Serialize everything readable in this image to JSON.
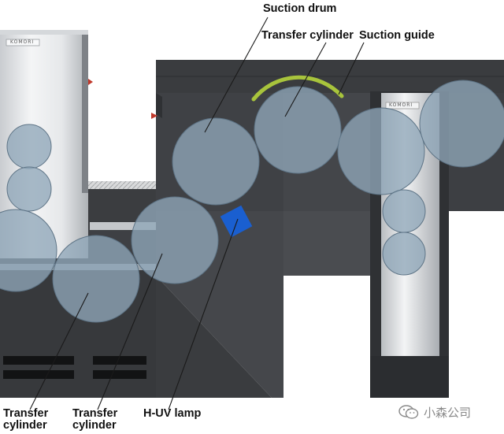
{
  "labels": {
    "suction_drum": "Suction drum",
    "transfer_cylinder_top": "Transfer cylinder",
    "suction_guide": "Suction guide",
    "transfer_left_line1": "Transfer",
    "transfer_left_line2": "cylinder",
    "transfer_mid_line1": "Transfer",
    "transfer_mid_line2": "cylinder",
    "huv_lamp": "H-UV lamp"
  },
  "brand": {
    "left_tower": "KOMORI",
    "right_tower": "KOMORI"
  },
  "watermark": {
    "text": "小森公司",
    "icon": "wechat-icon"
  },
  "colors": {
    "frame_dark": "#3b3d40",
    "frame_panel": "#4a4c50",
    "cylinder_fill": "#8fa7b9",
    "suction_guide": "#a8c43c",
    "huv_lamp": "#1a5fd0",
    "tower_light": "#eef0f2"
  }
}
